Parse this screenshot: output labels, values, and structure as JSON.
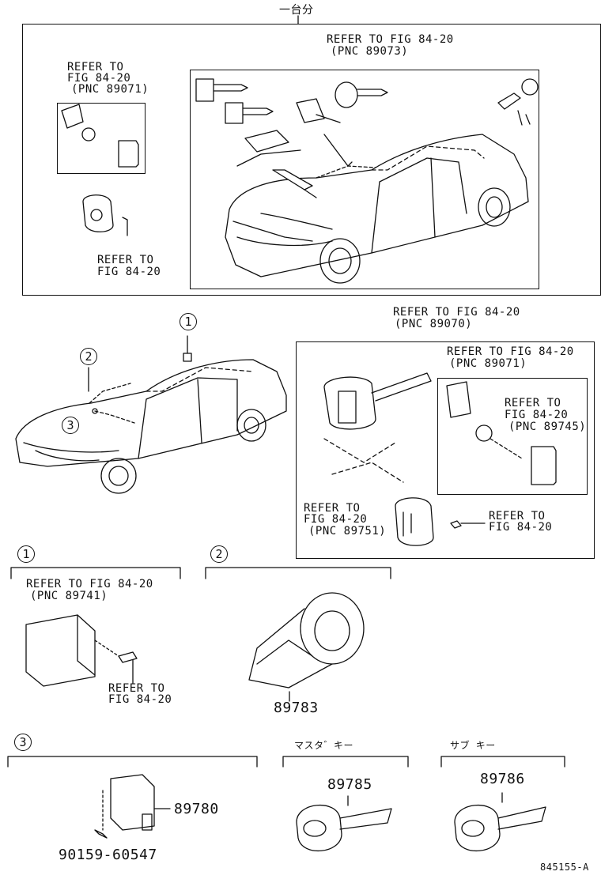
{
  "top_header": "一台分",
  "top_box": {
    "refer_main": [
      "REFER TO FIG 84-20",
      "(PNC 89073)"
    ],
    "refer_left": [
      "REFER TO",
      "FIG 84-20",
      "(PNC 89071)"
    ],
    "refer_bottom": [
      "REFER TO",
      "FIG 84-20"
    ]
  },
  "middle": {
    "callouts": [
      "1",
      "2",
      "3"
    ],
    "refer_outer": [
      "REFER TO FIG 84-20",
      "(PNC 89070)"
    ],
    "refer_inner": [
      "REFER TO FIG 84-20",
      "(PNC 89071)"
    ],
    "refer_inner_sub": [
      "REFER TO",
      "FIG 84-20",
      "(PNC 89745)"
    ],
    "refer_lower_left": [
      "REFER TO",
      "FIG 84-20",
      "(PNC 89751)"
    ],
    "refer_lower_right": [
      "REFER TO",
      "FIG 84-20"
    ]
  },
  "section1": {
    "badge": "1",
    "refer_top": [
      "REFER TO FIG 84-20",
      "(PNC 89741)"
    ],
    "refer_bottom": [
      "REFER TO",
      "FIG 84-20"
    ]
  },
  "section2": {
    "badge": "2",
    "part_number": "89783"
  },
  "section3": {
    "badge": "3",
    "part_number": "89780",
    "bolt_number": "90159-60547",
    "master_key_label": "マスタ゛キー",
    "master_key_number": "89785",
    "sub_key_label": "サブ キー",
    "sub_key_number": "89786"
  },
  "illustration_id": "845155-A"
}
